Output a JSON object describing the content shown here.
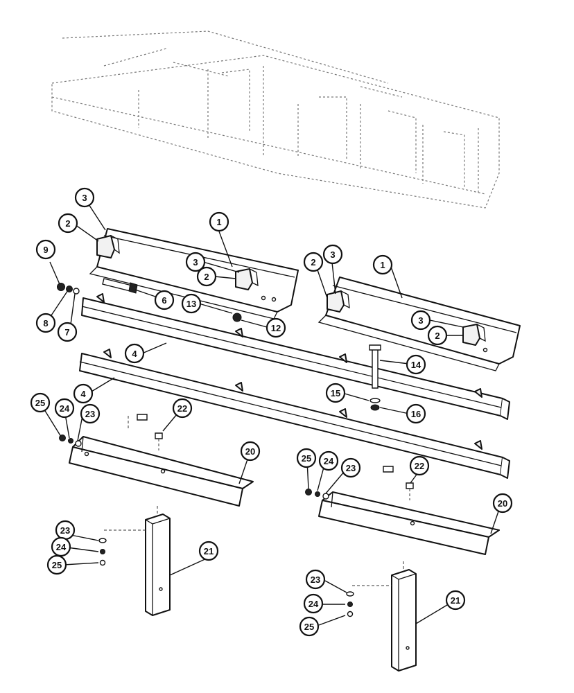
{
  "callouts": {
    "c1a": "1",
    "c1b": "1",
    "c2a": "2",
    "c2b": "2",
    "c2c": "2",
    "c2d": "2",
    "c3a": "3",
    "c3b": "3",
    "c3c": "3",
    "c3d": "3",
    "c4a": "4",
    "c4b": "4",
    "c6": "6",
    "c7": "7",
    "c8": "8",
    "c9": "9",
    "c12": "12",
    "c13": "13",
    "c14": "14",
    "c15": "15",
    "c16": "16",
    "c20a": "20",
    "c20b": "20",
    "c21a": "21",
    "c21b": "21",
    "c22a": "22",
    "c22b": "22",
    "c23a": "23",
    "c23b": "23",
    "c23c": "23",
    "c23d": "23",
    "c24a": "24",
    "c24b": "24",
    "c24c": "24",
    "c24d": "24",
    "c25a": "25",
    "c25b": "25",
    "c25c": "25",
    "c25d": "25"
  },
  "colors": {
    "line": "#111111",
    "ghost": "#777777",
    "background": "#ffffff"
  }
}
